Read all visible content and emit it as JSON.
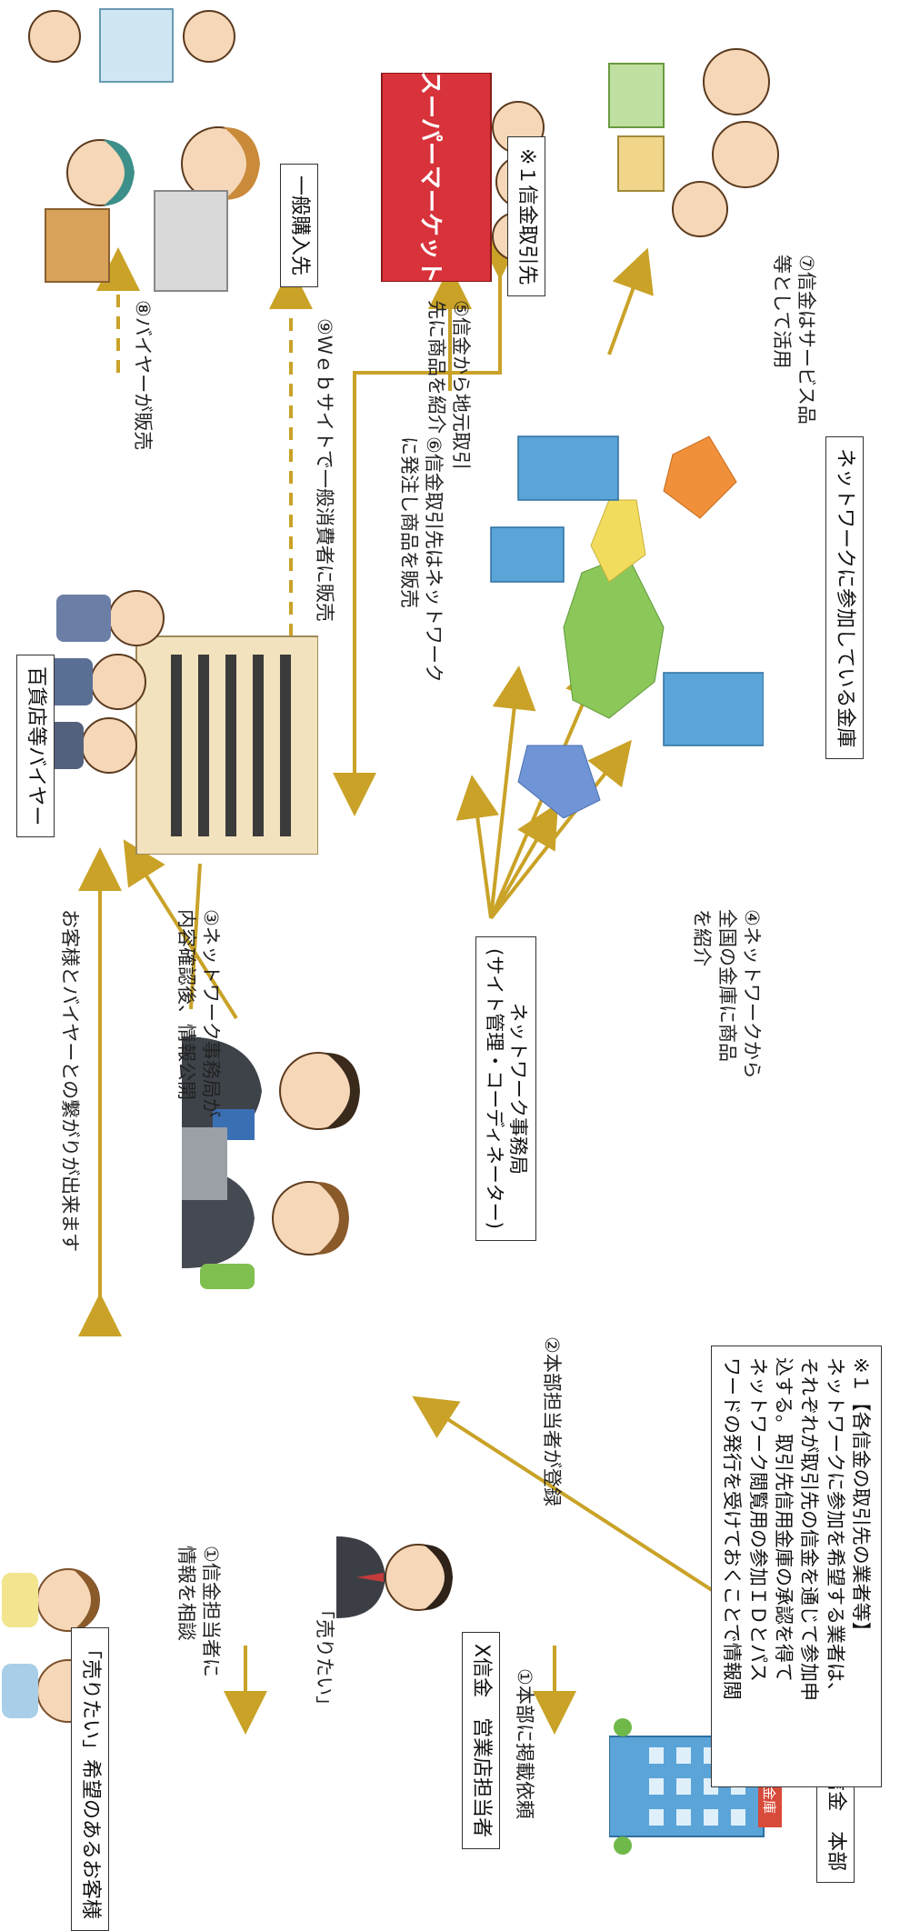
{
  "colors": {
    "arrow": "#c9a227",
    "box_border": "#333333",
    "map_blue": "#6f95d6",
    "map_green": "#8cc75a",
    "map_yellow": "#f2dc5d",
    "map_orange": "#f0903a",
    "building": "#5aa4d8"
  },
  "nodes": {
    "customer": "「売りたい」希望のあるお客様",
    "sales": "X信金　営業店担当者",
    "hq": "X信金　本部",
    "network_office": "ネットワーク事務局\n(サイト管理・コーディネーター)",
    "dept_store": "百貨店等バイヤー",
    "general": "一般購入先",
    "client1": "※１信金取引先",
    "member_banks": "ネットワークに参加している金庫",
    "supermarket_sign": "スーパーマーケット",
    "hq_sign": "信用金庫"
  },
  "speech": {
    "want_sell": "「売りたい」"
  },
  "steps": {
    "s1a": "①信金担当者に\n情報を相談",
    "s1b": "①本部に掲載依頼",
    "s2": "②本部担当者が登録",
    "s3": "③ネットワーク事務局が\n内容確認後、情報公開",
    "s4": "④ネットワークから\n全国の金庫に商品\nを紹介",
    "s5": "⑤信金から地元取引\n先に商品を紹介",
    "s6": "⑥信金取引先はネットワーク\nに発注し商品を販売",
    "s7": "⑦信金はサービス品\n等として活用",
    "s8": "⑧バイヤーが販売",
    "s9": "⑨Ｗｅｂサイトで一般消費者に販売",
    "connect": "お客様とバイヤーとの繋がりが出来ます"
  },
  "footnote": "※１【各信金の取引先の業者等】\nネットワークに参加を希望する業者は、\nそれぞれが取引先の信金を通じて参加申\n込する。取引先信用金庫の承認を得て\nネットワーク閲覧用の参加ＩＤとパス\nワードの発行を受けておくことで情報閲"
}
